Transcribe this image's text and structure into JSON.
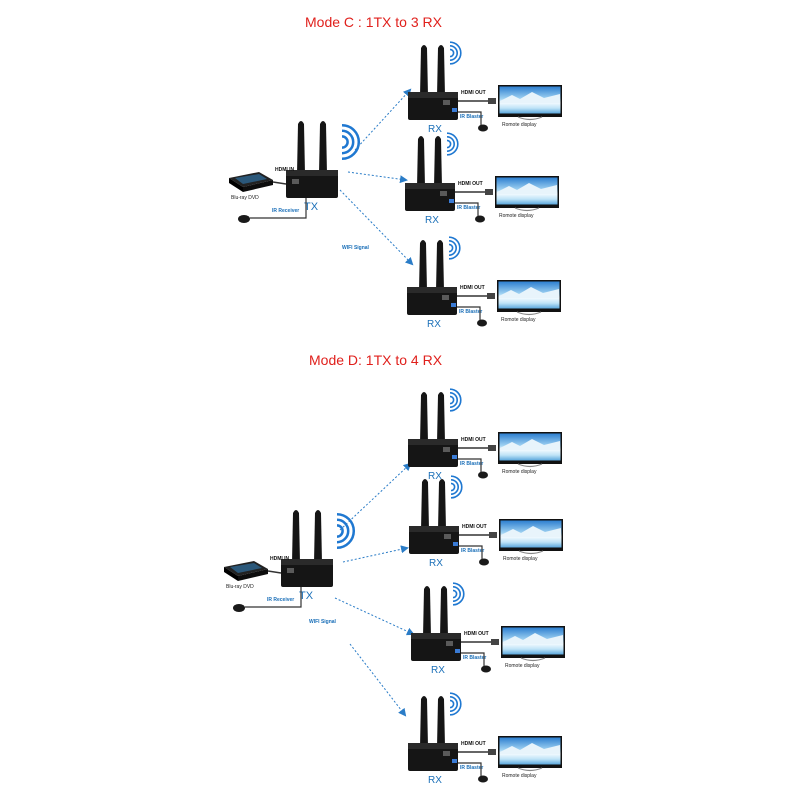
{
  "modes": [
    {
      "title": "Mode C : 1TX to 3 RX",
      "source_label": "Blu-ray DVD",
      "hdmi_in_label": "HDMI IN",
      "ir_receiver_label": "IR Receiver",
      "tx_label": "TX",
      "wifi_label": "WIFI Signal",
      "receivers": [
        {
          "rx_label": "RX",
          "hdmi_out_label": "HDMI OUT",
          "ir_blaster_label": "IR Blaster",
          "display_label": "Romote display"
        },
        {
          "rx_label": "RX",
          "hdmi_out_label": "HDMI OUT",
          "ir_blaster_label": "IR Blaster",
          "display_label": "Romote display"
        },
        {
          "rx_label": "RX",
          "hdmi_out_label": "HDMI OUT",
          "ir_blaster_label": "IR Blaster",
          "display_label": "Romote display"
        }
      ]
    },
    {
      "title": "Mode D: 1TX to 4 RX",
      "source_label": "Blu-ray DVD",
      "hdmi_in_label": "HDMI IN",
      "ir_receiver_label": "IR Receiver",
      "tx_label": "TX",
      "wifi_label": "WIFI Signal",
      "receivers": [
        {
          "rx_label": "RX",
          "hdmi_out_label": "HDMI OUT",
          "ir_blaster_label": "IR Blaster",
          "display_label": "Romote display"
        },
        {
          "rx_label": "RX",
          "hdmi_out_label": "HDMI OUT",
          "ir_blaster_label": "IR Blaster",
          "display_label": "Romote display"
        },
        {
          "rx_label": "RX",
          "hdmi_out_label": "HDMI OUT",
          "ir_blaster_label": "IR Blaster",
          "display_label": "Romote display"
        },
        {
          "rx_label": "RX",
          "hdmi_out_label": "HDMI OUT",
          "ir_blaster_label": "IR Blaster",
          "display_label": "Romote display"
        }
      ]
    }
  ],
  "colors": {
    "title": "#e0201c",
    "label_blue": "#1a6fb8",
    "arrow_blue": "#2a7cc7",
    "device_black": "#151515",
    "wave_blue": "#1f78d1"
  }
}
